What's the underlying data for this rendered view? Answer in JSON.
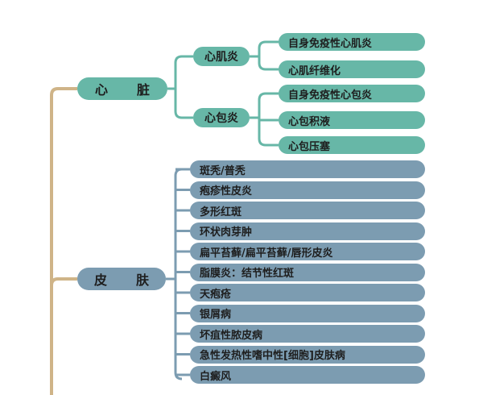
{
  "colors": {
    "trunk": "#cfb488",
    "heart": "#67b7a7",
    "skin": "#7c9cb1"
  },
  "heart": {
    "label": "心　脏",
    "myocarditis": {
      "label": "心肌炎",
      "children": [
        "自身免疫性心肌炎",
        "心肌纤维化"
      ]
    },
    "pericarditis": {
      "label": "心包炎",
      "children": [
        "自身免疫性心包炎",
        "心包积液",
        "心包压塞"
      ]
    }
  },
  "skin": {
    "label": "皮　肤",
    "children": [
      "斑秃/普秃",
      "疱疹性皮炎",
      "多形红斑",
      "环状肉芽肿",
      "扁平苔藓/扁平苔藓/唇形皮炎",
      "脂膜炎：结节性红斑",
      "天疱疮",
      "银屑病",
      "坏疽性脓皮病",
      "急性发热性嗜中性[细胞]皮肤病",
      "白癜风"
    ]
  }
}
